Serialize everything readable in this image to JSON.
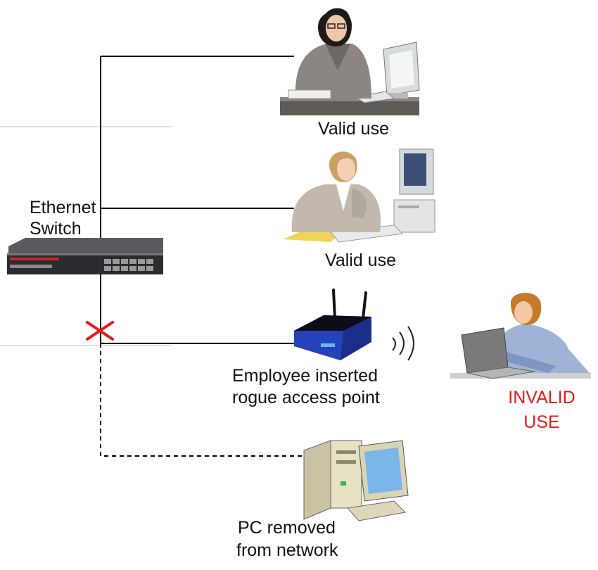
{
  "labels": {
    "switch_line1": "Ethernet",
    "switch_line2": "Switch",
    "valid_use_1": "Valid use",
    "valid_use_2": "Valid use",
    "rogue_line1": "Employee inserted",
    "rogue_line2": "rogue access point",
    "invalid_line1": "INVALID",
    "invalid_line2": "USE",
    "pc_line1": "PC removed",
    "pc_line2": "from network"
  },
  "colors": {
    "invalid": "#e8181c",
    "cut_mark": "#e8181c",
    "line": "#000000"
  },
  "icons": {
    "switch": "ethernet-switch-icon",
    "user1": "office-worker-woman-icon",
    "user2": "office-worker-woman-thinking-icon",
    "access_point": "wireless-router-icon",
    "laptop_user": "laptop-user-icon",
    "pc": "desktop-computer-icon",
    "cut": "x-mark-icon",
    "waves": "wireless-signal-icon"
  }
}
